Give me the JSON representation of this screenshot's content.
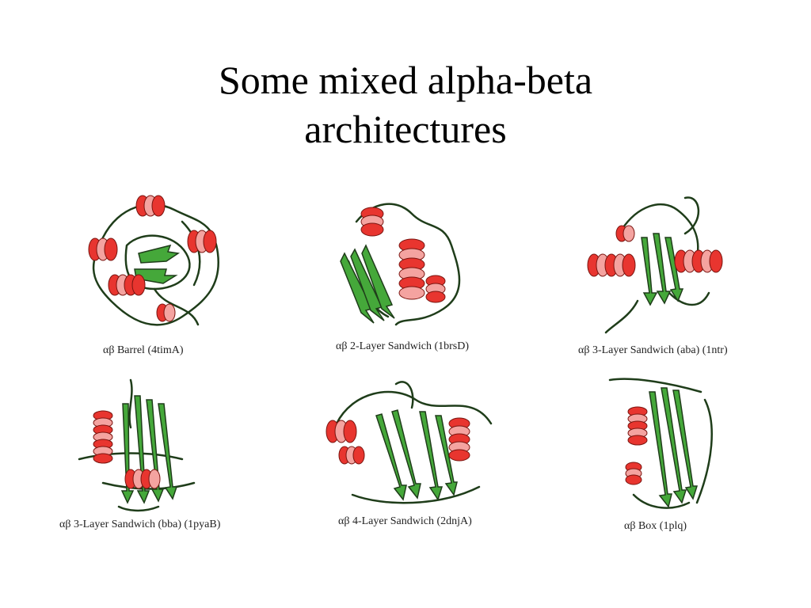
{
  "slide": {
    "title_line1": "Some mixed alpha-beta",
    "title_line2": "architectures"
  },
  "colors": {
    "helix": "#e8352f",
    "helix_light": "#f4a3a0",
    "strand": "#45a83a",
    "coil": "#1f3d1a"
  },
  "panels": [
    {
      "caption": "αβ Barrel (4timA)"
    },
    {
      "caption": "αβ 2-Layer Sandwich (1brsD)"
    },
    {
      "caption": "αβ 3-Layer Sandwich (aba) (1ntr)"
    },
    {
      "caption": "αβ 3-Layer Sandwich (bba) (1pyaB)"
    },
    {
      "caption": "αβ 4-Layer Sandwich (2dnjA)"
    },
    {
      "caption": "αβ Box (1plq)"
    }
  ]
}
